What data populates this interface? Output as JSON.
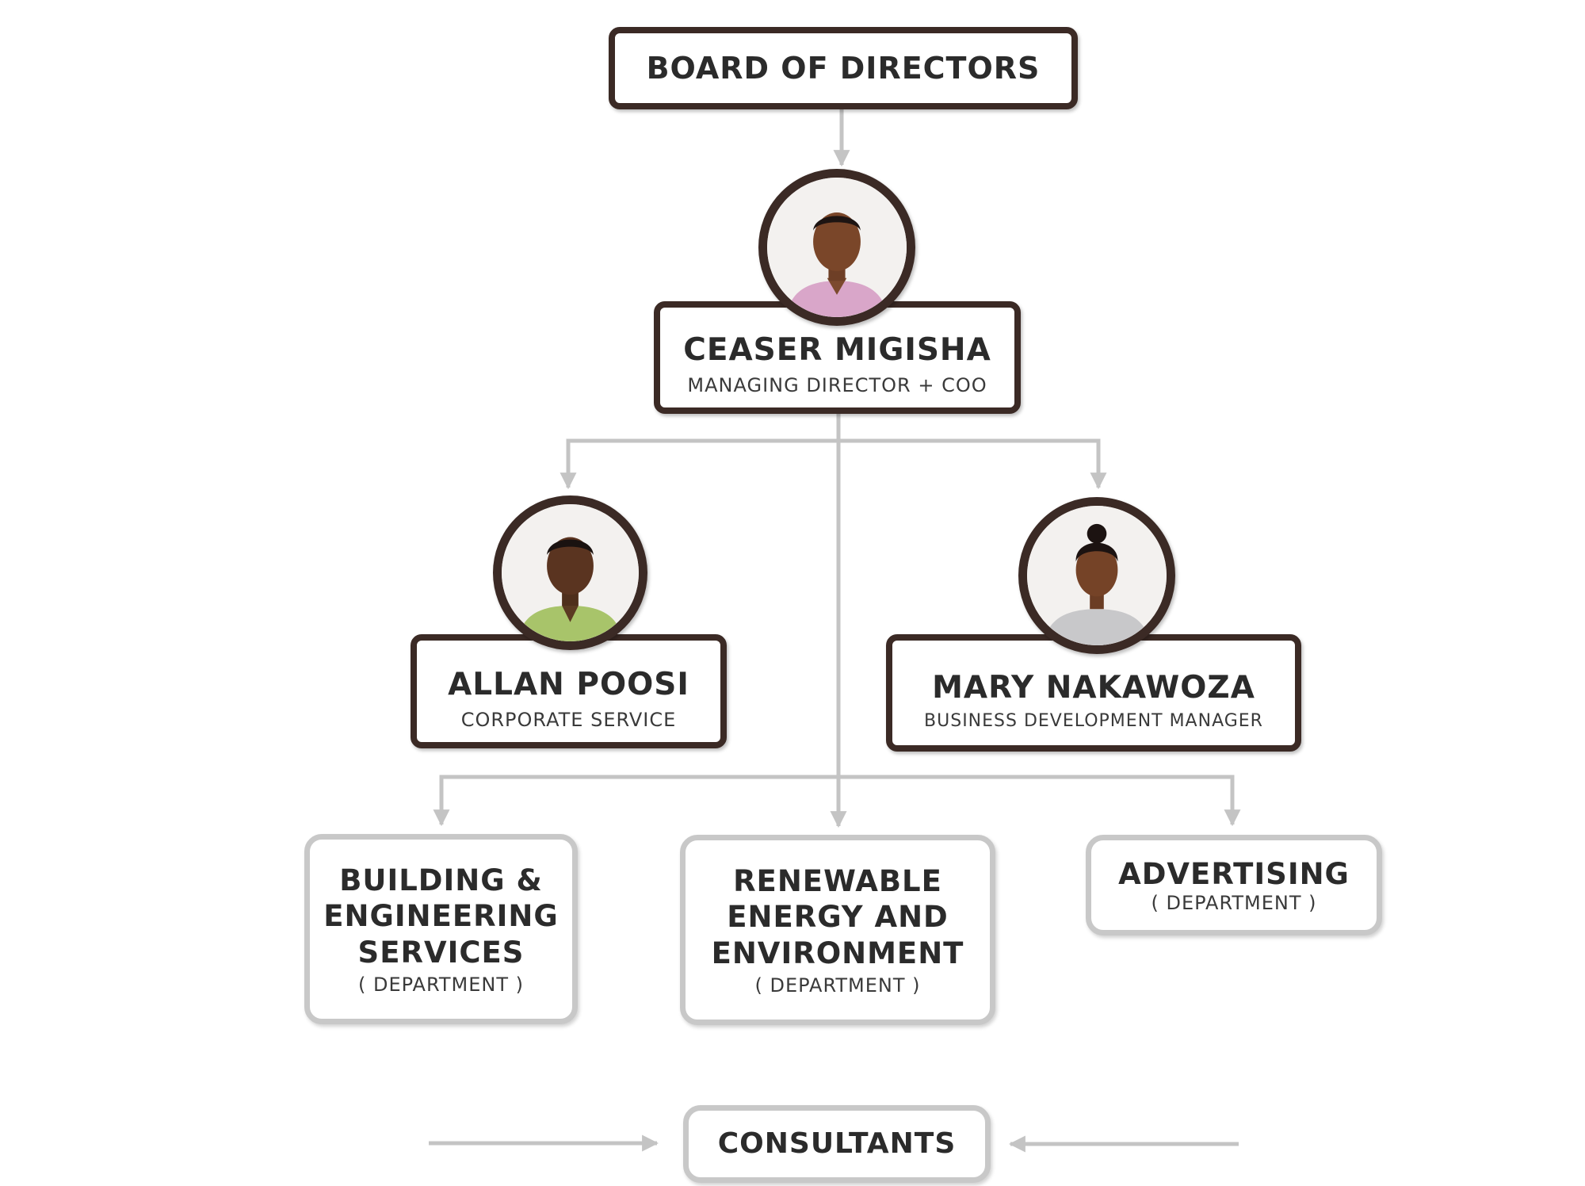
{
  "board": {
    "title": "BOARD OF DIRECTORS"
  },
  "md": {
    "name": "CEASER MIGISHA",
    "role": "MANAGING DIRECTOR + COO"
  },
  "allan": {
    "name": "ALLAN POOSI",
    "role": "CORPORATE SERVICE"
  },
  "mary": {
    "name": "MARY NAKAWOZA",
    "role": "BUSINESS DEVELOPMENT MANAGER"
  },
  "departments": {
    "building": {
      "line1": "BUILDING &",
      "line2": "ENGINEERING",
      "line3": "SERVICES",
      "tag": "( DEPARTMENT )"
    },
    "renewable": {
      "line1": "RENEWABLE",
      "line2": "ENERGY AND",
      "line3": "ENVIRONMENT",
      "tag": "( DEPARTMENT )"
    },
    "advertising": {
      "line1": "ADVERTISING",
      "tag": "( DEPARTMENT )"
    }
  },
  "consultants": {
    "title": "CONSULTANTS"
  },
  "colors": {
    "dark_border": "#3b2a25",
    "light_border": "#c8c8c8",
    "connector": "#c4c4c4",
    "text": "#2b2b2b"
  }
}
